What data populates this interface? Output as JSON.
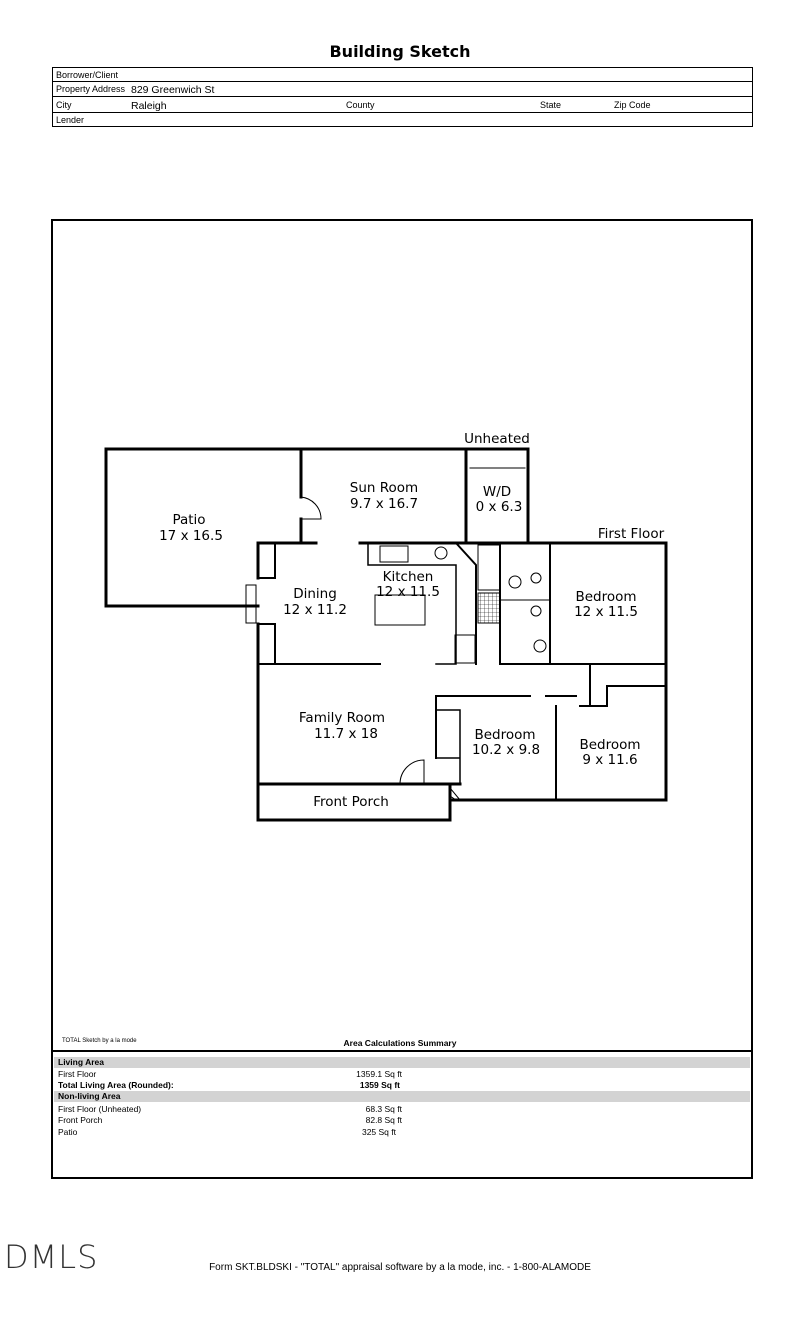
{
  "title": "Building Sketch",
  "header": {
    "borrower_label": "Borrower/Client",
    "borrower_value": "",
    "property_label": "Property Address",
    "property_value": "829 Greenwich St",
    "city_label": "City",
    "city_value": "Raleigh",
    "county_label": "County",
    "state_label": "State",
    "zip_label": "Zip Code",
    "lender_label": "Lender"
  },
  "sketch": {
    "unheated_label": "Unheated",
    "first_floor_label": "First Floor",
    "rooms": {
      "sun_room": {
        "name": "Sun Room",
        "dims": "9.7 x 16.7"
      },
      "wd": {
        "name": "W/D",
        "dims": "0 x 6.3"
      },
      "patio": {
        "name": "Patio",
        "dims": "17 x 16.5"
      },
      "dining": {
        "name": "Dining",
        "dims": "12 x 11.2"
      },
      "kitchen": {
        "name": "Kitchen",
        "dims": "12 x 11.5"
      },
      "bedroom1": {
        "name": "Bedroom",
        "dims": "12 x 11.5"
      },
      "family_room": {
        "name": "Family Room",
        "dims": "11.7 x 18"
      },
      "bedroom2": {
        "name": "Bedroom",
        "dims": "10.2 x 9.8"
      },
      "bedroom3": {
        "name": "Bedroom",
        "dims": "9 x 11.6"
      },
      "front_porch": {
        "name": "Front Porch"
      }
    }
  },
  "summary": {
    "credit": "TOTAL Sketch by a la mode",
    "title": "Area Calculations Summary",
    "living_header": "Living Area",
    "first_floor_label": "First Floor",
    "first_floor_value": "1359.1 Sq ft",
    "total_label": "Total Living Area (Rounded):",
    "total_value": "1359 Sq ft",
    "nonliving_header": "Non-living Area",
    "unheated_label": "First Floor (Unheated)",
    "unheated_value": "68.3 Sq ft",
    "porch_label": "Front Porch",
    "porch_value": "82.8 Sq ft",
    "patio_label": "Patio",
    "patio_value": "325 Sq ft"
  },
  "logo_text": "DMLS",
  "footer": "Form SKT.BLDSKI - \"TOTAL\" appraisal software by a la mode, inc. - 1-800-ALAMODE"
}
